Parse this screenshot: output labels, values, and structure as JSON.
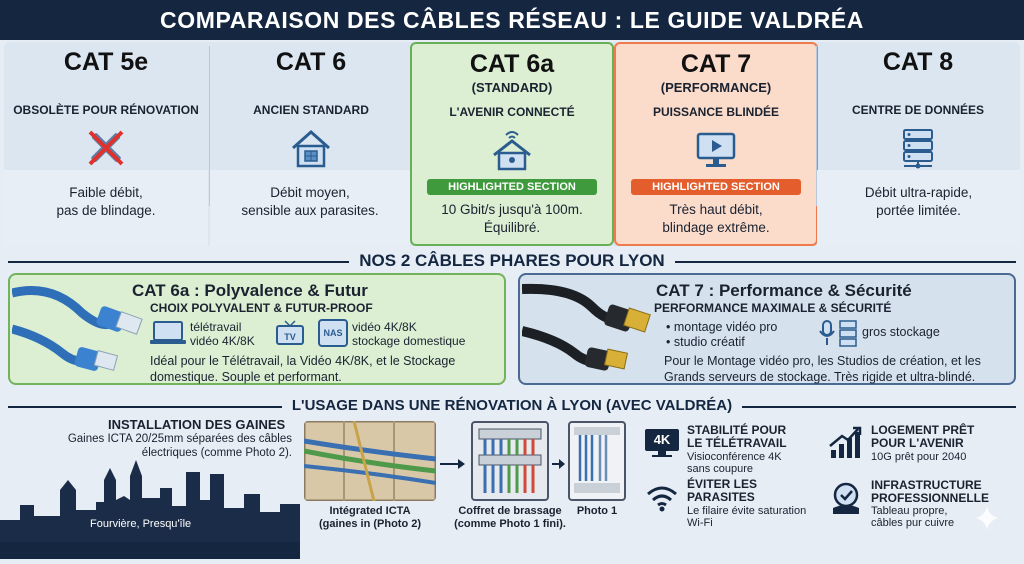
{
  "header": {
    "title": "COMPARAISON DES CÂBLES RÉSEAU : LE GUIDE VALDRÉA"
  },
  "cats": [
    {
      "name": "CAT 5e",
      "sub": "",
      "tag": "OBSOLÈTE POUR RÉNOVATION",
      "icon": "crossed-tools-icon",
      "highlight": "",
      "desc1": "Faible débit,",
      "desc2": "pas de blindage."
    },
    {
      "name": "CAT 6",
      "sub": "",
      "tag": "ANCIEN STANDARD",
      "icon": "house-icon",
      "highlight": "",
      "desc1": "Débit moyen,",
      "desc2": "sensible aux parasites."
    },
    {
      "name": "CAT 6a",
      "sub": "(STANDARD)",
      "tag": "L'AVENIR CONNECTÉ",
      "icon": "smart-home-icon",
      "highlight": "HIGHLIGHTED SECTION",
      "desc1": "10 Gbit/s jusqu'à 100m.",
      "desc2": "Équilibré."
    },
    {
      "name": "CAT 7",
      "sub": "(PERFORMANCE)",
      "tag": "PUISSANCE BLINDÉE",
      "icon": "monitor-play-icon",
      "highlight": "HIGHLIGHTED SECTION",
      "desc1": "Très haut débit,",
      "desc2": "blindage extrême."
    },
    {
      "name": "CAT 8",
      "sub": "",
      "tag": "CENTRE DE DONNÉES",
      "icon": "server-icon",
      "highlight": "",
      "desc1": "Débit ultra-rapide,",
      "desc2": "portée limitée."
    }
  ],
  "colors": {
    "cat6a_bg": "#dcefd3",
    "cat6a_border": "#68b057",
    "cat6a_hl": "#3e9a3c",
    "cat7_bg": "#fbdccb",
    "cat7_border": "#ef7b4d",
    "cat7_hl": "#e35d2d",
    "navy": "#142640"
  },
  "phares": {
    "title": "NOS 2 CÂBLES PHARES POUR LYON",
    "cat6a": {
      "title": "CAT 6a : Polyvalence & Futur",
      "sub": "CHOIX POLYVALENT & FUTUR-PROOF",
      "f1": "télétravail",
      "f2": "vidéo 4K/8K",
      "nas": "NAS",
      "f3": "vidéo 4K/8K",
      "f4": "stockage domestique",
      "desc1": "Idéal pour le Télétravail, la Vidéo 4K/8K, et le Stockage",
      "desc2": "domestique. Souple et performant."
    },
    "cat7": {
      "title": "CAT 7 : Performance & Sécurité",
      "sub": "PERFORMANCE MAXIMALE & SÉCURITÉ",
      "f1": "• montage vidéo pro",
      "f2": "• studio créatif",
      "f3": "gros stockage",
      "desc1": "Pour le Montage vidéo pro, les Studios de création, et les",
      "desc2": "Grands serveurs de stockage. Très rigide et ultra-blindé."
    }
  },
  "usage": {
    "title": "L'USAGE DANS UNE RÉNOVATION À LYON (AVEC VALDRÉA)",
    "install_title": "INSTALLATION DES GAINES",
    "install_desc1": "Gaines ICTA 20/25mm séparées des câbles",
    "install_desc2": "électriques (comme Photo 2).",
    "city": "Fourvière, Presqu'île",
    "cap1a": "Intégrated ICTA",
    "cap1b": "(gaines in (Photo 2)",
    "cap2a": "Coffret de brassage",
    "cap2b": "(comme Photo 1 fini).",
    "cap3": "Photo 1",
    "b1t1": "STABILITÉ POUR",
    "b1t2": "LE TÉLÉTRAVAIL",
    "b1d1": "Visioconférence 4K",
    "b1d2": "sans coupure",
    "k4": "4K",
    "b2t1": "ÉVITER LES",
    "b2t2": "PARASITES",
    "b2d1": "Le filaire évite saturation",
    "b2d2": "Wi-Fi",
    "b3t1": "LOGEMENT PRÊT",
    "b3t2": "POUR L'AVENIR",
    "b3d1": "10G prêt pour 2040",
    "b4t1": "INFRASTRUCTURE",
    "b4t2": "PROFESSIONNELLE",
    "b4d1": "Tableau propre,",
    "b4d2": "câbles pur cuivre"
  }
}
